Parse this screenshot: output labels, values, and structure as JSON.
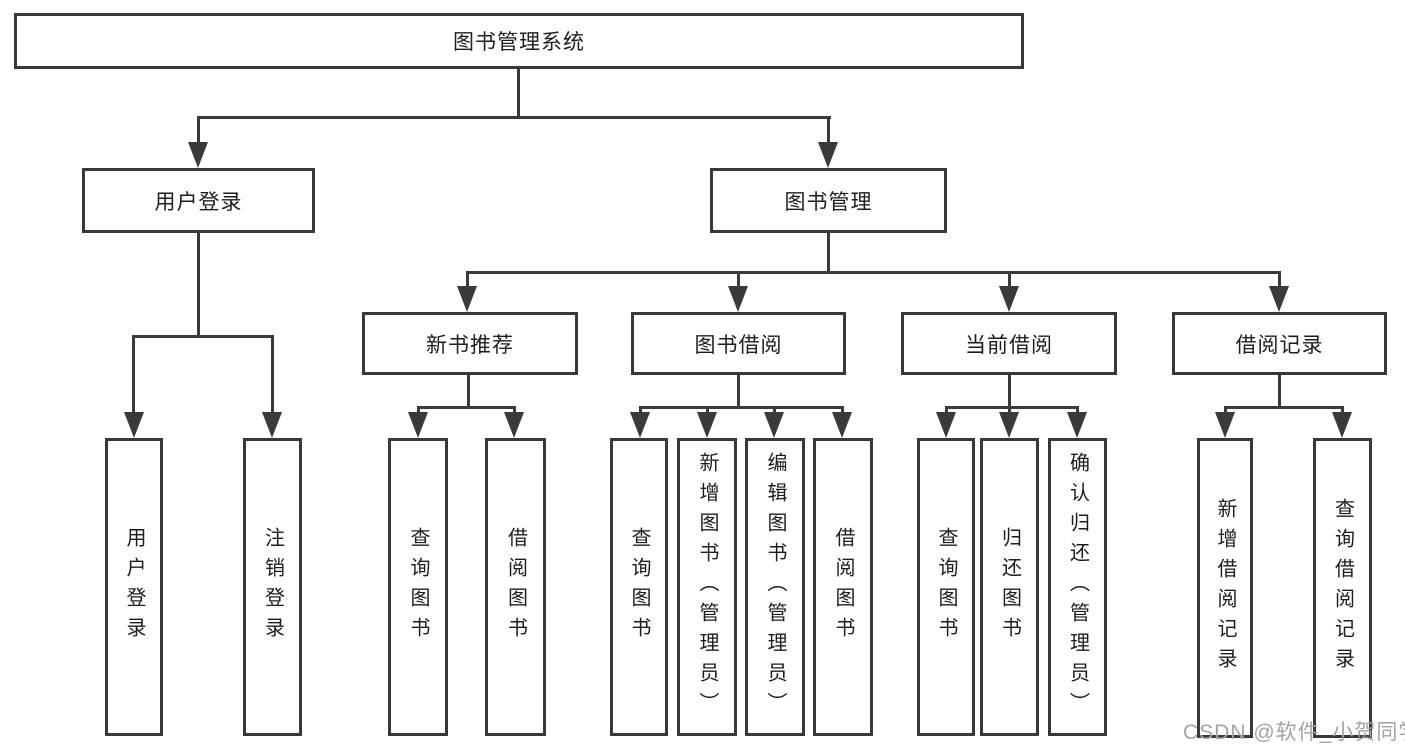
{
  "diagram": {
    "type": "hierarchy-tree",
    "colors": {
      "line": "#3a3a3a",
      "border": "#383838",
      "text": "#1d1d1d",
      "watermark": "#a3a3a3",
      "background": "#ffffff"
    },
    "nodes": {
      "root": {
        "label": "图书管理系统"
      },
      "user_login": {
        "label": "用户登录"
      },
      "book_mgmt": {
        "label": "图书管理"
      },
      "new_book_rec": {
        "label": "新书推荐"
      },
      "book_borrow": {
        "label": "图书借阅"
      },
      "current_borrow": {
        "label": "当前借阅"
      },
      "borrow_record": {
        "label": "借阅记录"
      },
      "leaf_user_login": {
        "label": "用户登录"
      },
      "leaf_logout": {
        "label": "注销登录"
      },
      "leaf_query_book_new": {
        "label": "查询图书"
      },
      "leaf_borrow_book_new": {
        "label": "借阅图书"
      },
      "leaf_query_book_borrow": {
        "label": "查询图书"
      },
      "leaf_add_book": {
        "label": "新增图书（管理员）"
      },
      "leaf_edit_book": {
        "label": "编辑图书（管理员）"
      },
      "leaf_borrow_book_borrow": {
        "label": "借阅图书"
      },
      "leaf_query_book_current": {
        "label": "查询图书"
      },
      "leaf_return_book": {
        "label": "归还图书"
      },
      "leaf_confirm_return": {
        "label": "确认归还（管理员）"
      },
      "leaf_add_borrow_record": {
        "label": "新增借阅记录"
      },
      "leaf_query_borrow_record": {
        "label": "查询借阅记录"
      }
    },
    "edges": [
      [
        "root",
        "user_login"
      ],
      [
        "root",
        "book_mgmt"
      ],
      [
        "user_login",
        "leaf_user_login"
      ],
      [
        "user_login",
        "leaf_logout"
      ],
      [
        "book_mgmt",
        "new_book_rec"
      ],
      [
        "book_mgmt",
        "book_borrow"
      ],
      [
        "book_mgmt",
        "current_borrow"
      ],
      [
        "book_mgmt",
        "borrow_record"
      ],
      [
        "new_book_rec",
        "leaf_query_book_new"
      ],
      [
        "new_book_rec",
        "leaf_borrow_book_new"
      ],
      [
        "book_borrow",
        "leaf_query_book_borrow"
      ],
      [
        "book_borrow",
        "leaf_add_book"
      ],
      [
        "book_borrow",
        "leaf_edit_book"
      ],
      [
        "book_borrow",
        "leaf_borrow_book_borrow"
      ],
      [
        "current_borrow",
        "leaf_query_book_current"
      ],
      [
        "current_borrow",
        "leaf_return_book"
      ],
      [
        "current_borrow",
        "leaf_confirm_return"
      ],
      [
        "borrow_record",
        "leaf_add_borrow_record"
      ],
      [
        "borrow_record",
        "leaf_query_borrow_record"
      ]
    ],
    "watermark": "CSDN @软件_小贺同学"
  }
}
